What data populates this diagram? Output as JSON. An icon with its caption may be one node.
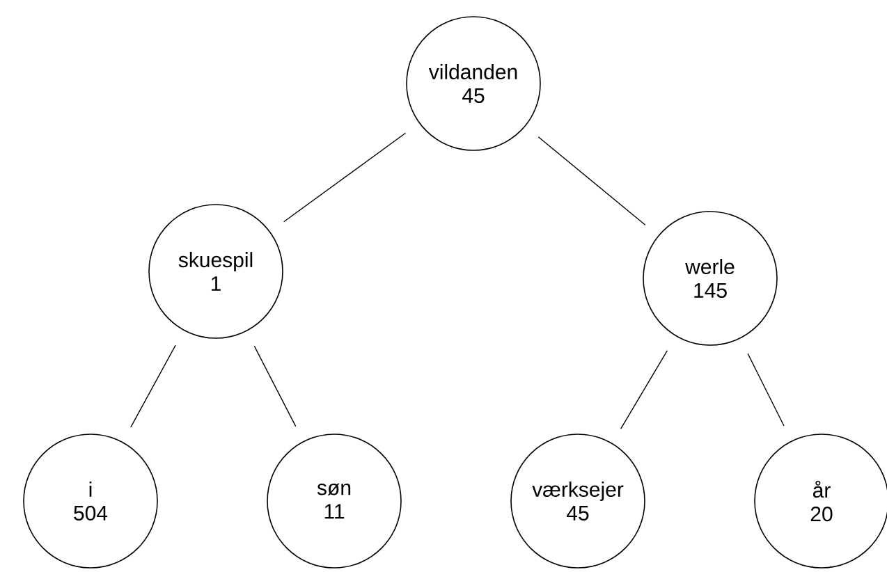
{
  "diagram": {
    "nodes": [
      {
        "text": [
          "vildanden",
          "45"
        ]
      },
      {
        "text": [
          "skuespil",
          "1"
        ]
      },
      {
        "text": [
          "werle",
          "145"
        ]
      },
      {
        "text": [
          "i",
          "504"
        ]
      },
      {
        "text": [
          "søn",
          "11"
        ]
      },
      {
        "text": [
          "værksejer",
          "45"
        ]
      },
      {
        "text": [
          "år",
          "20"
        ]
      }
    ],
    "edges": [
      {
        "from": 0,
        "to": 1,
        "arrow": "none"
      },
      {
        "from": 0,
        "to": 2,
        "arrow": "none"
      },
      {
        "from": 1,
        "to": 3,
        "arrow": "none"
      },
      {
        "from": 1,
        "to": 4,
        "arrow": "none"
      },
      {
        "from": 2,
        "to": 5,
        "arrow": "none"
      },
      {
        "from": 2,
        "to": 6,
        "arrow": "none"
      }
    ]
  }
}
